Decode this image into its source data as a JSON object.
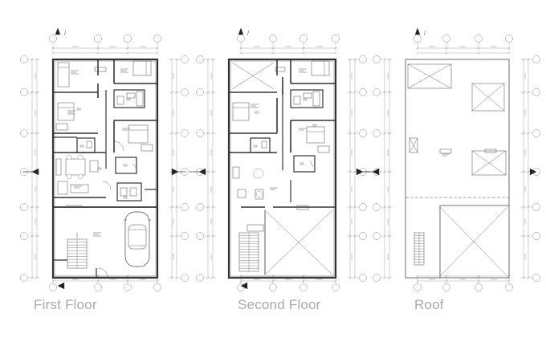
{
  "titles": {
    "first": "First Floor",
    "second": "Second Floor",
    "roof": "Roof"
  },
  "colors": {
    "line": "#4a4a4a",
    "wall": "#333333",
    "grid": "#8a8a8a",
    "title": "#a9a9a9"
  }
}
